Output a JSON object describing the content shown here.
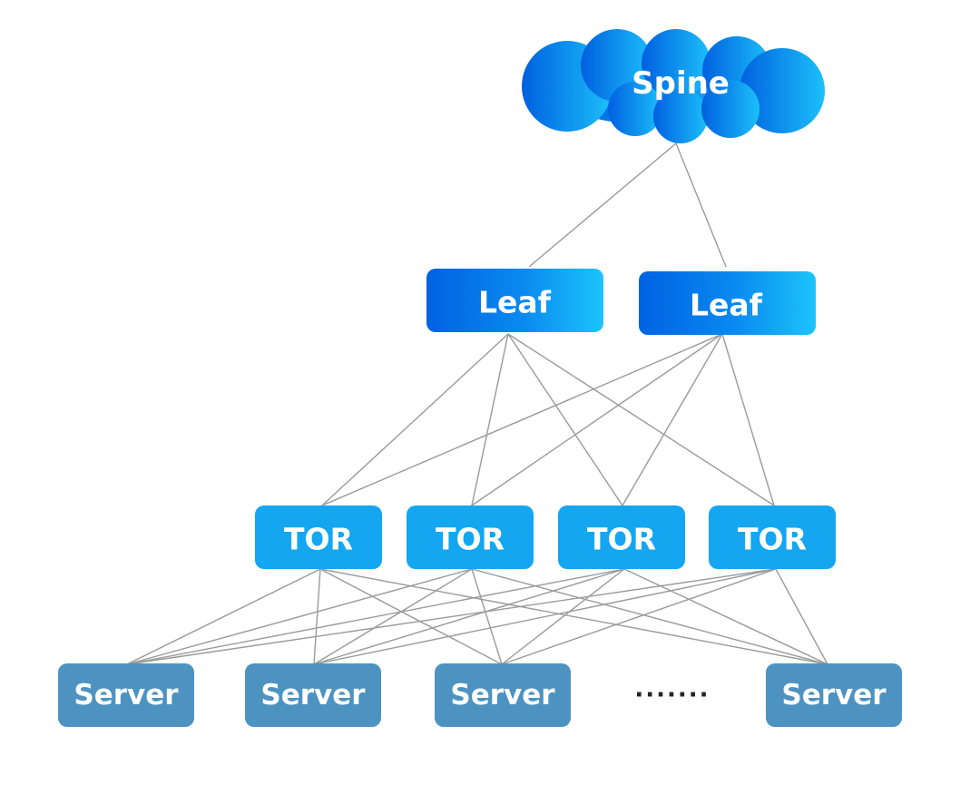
{
  "spine": {
    "label": "Spine"
  },
  "leaves": [
    {
      "label": "Leaf"
    },
    {
      "label": "Leaf"
    }
  ],
  "tors": [
    {
      "label": "TOR"
    },
    {
      "label": "TOR"
    },
    {
      "label": "TOR"
    },
    {
      "label": "TOR"
    }
  ],
  "servers": [
    {
      "label": "Server"
    },
    {
      "label": "Server"
    },
    {
      "label": "Server"
    },
    {
      "label": "Server"
    }
  ],
  "ellipsis": "·······",
  "colors": {
    "spine_gradient_start": "#0060e0",
    "spine_gradient_end": "#1cc0fa",
    "leaf_gradient_start": "#0062e2",
    "leaf_gradient_end": "#1cc4fb",
    "tor_fill": "#14a6f0",
    "server_fill": "#4d93c1",
    "link_stroke": "#9a9a9a"
  }
}
